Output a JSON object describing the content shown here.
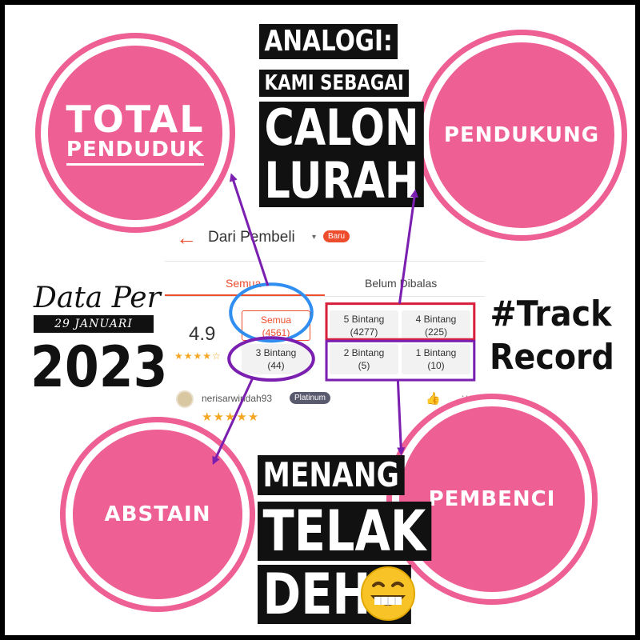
{
  "colors": {
    "pink": "#ee5f93",
    "purple": "#7a1fb0",
    "red_box": "#d81f3c",
    "blue_ring": "#2f8ef0",
    "shopee_orange": "#ee4d2d"
  },
  "circles": {
    "total_line1": "TOTAL",
    "total_line2": "PENDUDUK",
    "pendukung": "PENDUKUNG",
    "abstain": "ABSTAIN",
    "pembenci": "PEMBENCI"
  },
  "heading": {
    "line1": "ANALOGI:",
    "line2": "KAMI SEBAGAI",
    "line3": "CALON",
    "line4": "LURAH"
  },
  "footer": {
    "line1": "MENANG",
    "line2": "TELAK",
    "line3": "DEH.."
  },
  "left_block": {
    "data_per": "Data Per",
    "date": "29 JANUARI",
    "year": "2023"
  },
  "right_block": {
    "line1": "#Track",
    "line2": "Record"
  },
  "screenshot": {
    "back_icon": "arrow-left-icon",
    "title": "Dari Pembeli",
    "badge": "Baru",
    "tabs": [
      "Semua",
      "Belum Dibalas"
    ],
    "rating": "4.9",
    "rating_stars": "★★★★☆",
    "chips": {
      "semua": {
        "label": "Semua",
        "count": "(4561)"
      },
      "bintang3": {
        "label": "3 Bintang",
        "count": "(44)"
      },
      "bintang5": {
        "label": "5 Bintang",
        "count": "(4277)"
      },
      "bintang4": {
        "label": "4 Bintang",
        "count": "(225)"
      },
      "bintang2": {
        "label": "2 Bintang",
        "count": "(5)"
      },
      "bintang1": {
        "label": "1 Bintang",
        "count": "(10)"
      }
    },
    "reviewer": "nerisarwindah93",
    "reviewer_badge": "Platinum",
    "review_stars": "★★★★★",
    "more_icon_glyph": "···"
  },
  "emoji": "grinning-face-icon"
}
